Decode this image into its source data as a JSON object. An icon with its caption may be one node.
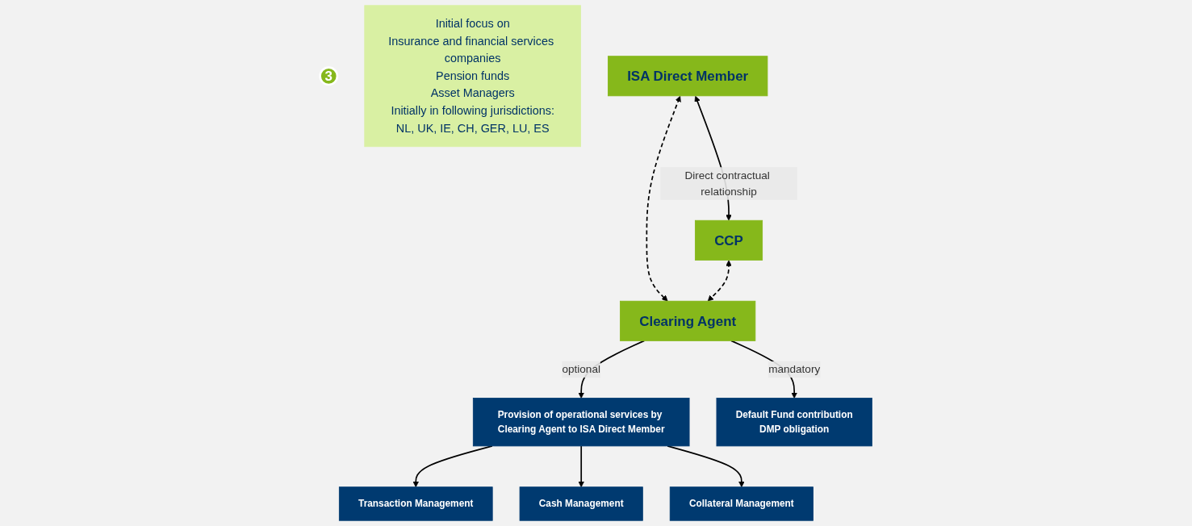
{
  "diagram": {
    "nodes": [
      {
        "text": [
          "3"
        ]
      },
      {
        "text": [
          "Initial focus on",
          "Insurance and financial services companies",
          "Pension funds",
          "Asset Managers",
          "Initially in following jurisdictions:",
          "NL, UK, IE, CH, GER, LU, ES"
        ]
      },
      {
        "text": [
          "ISA Direct Member"
        ]
      },
      {
        "text": [
          "CCP"
        ]
      },
      {
        "text": [
          "Clearing Agent"
        ]
      },
      {
        "text": [
          "Provision of operational services by Clearing Agent to ISA Direct Member"
        ]
      },
      {
        "text": [
          "Default Fund contribution",
          "DMP obligation"
        ]
      },
      {
        "text": [
          "Transaction Management"
        ]
      },
      {
        "text": [
          "Cash Management"
        ]
      },
      {
        "text": [
          "Collateral Management"
        ]
      }
    ],
    "edges": [
      {
        "from": 2,
        "to": 3,
        "arrow": "both",
        "label": "Direct contractual relationship"
      },
      {
        "from": 2,
        "to": 4,
        "arrow": "both",
        "style": "dashed"
      },
      {
        "from": 3,
        "to": 4,
        "arrow": "both",
        "style": "dashed"
      },
      {
        "from": 4,
        "to": 5,
        "arrow": "to",
        "label": "optional"
      },
      {
        "from": 4,
        "to": 6,
        "arrow": "to",
        "label": "mandatory"
      },
      {
        "from": 5,
        "to": 7,
        "arrow": "to"
      },
      {
        "from": 5,
        "to": 8,
        "arrow": "to"
      },
      {
        "from": 5,
        "to": 9,
        "arrow": "to"
      }
    ]
  }
}
